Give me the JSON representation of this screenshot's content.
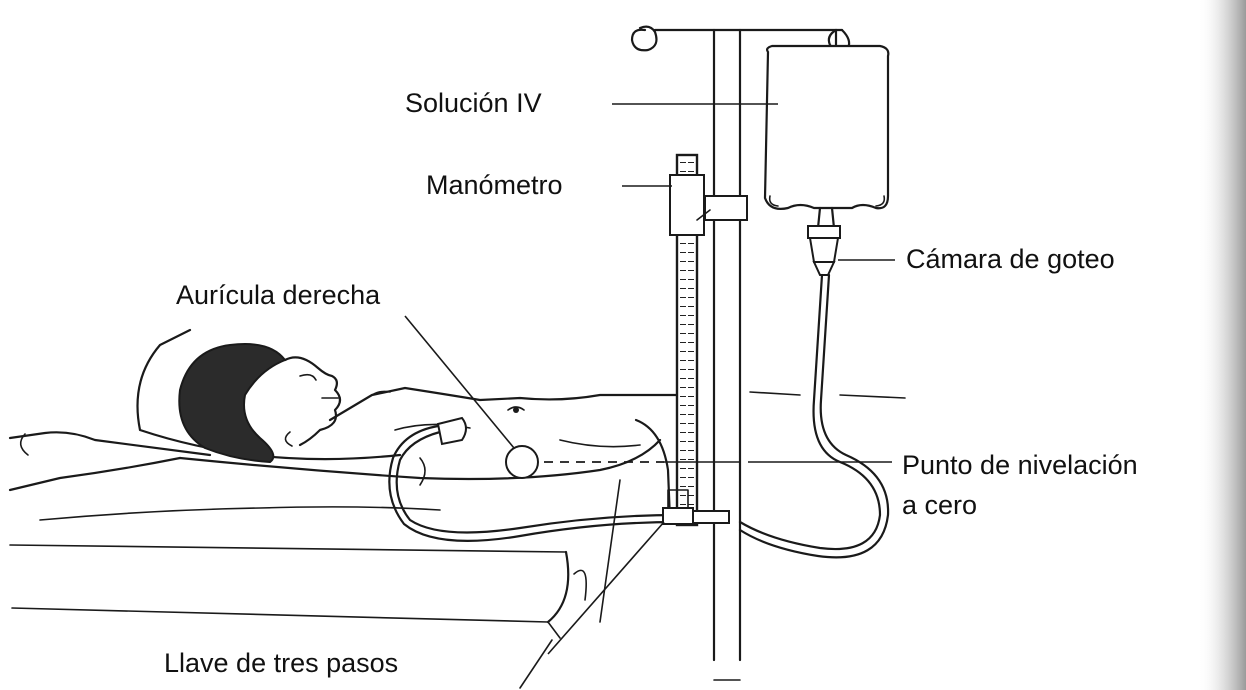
{
  "labels": {
    "iv_solution": "Solución IV",
    "manometer": "Manómetro",
    "drip_chamber": "Cámara de goteo",
    "right_atrium": "Aurícula derecha",
    "zero_level_line1": "Punto de nivelación",
    "zero_level_line2": "a cero",
    "three_way_stopcock": "Llave de tres pasos"
  }
}
